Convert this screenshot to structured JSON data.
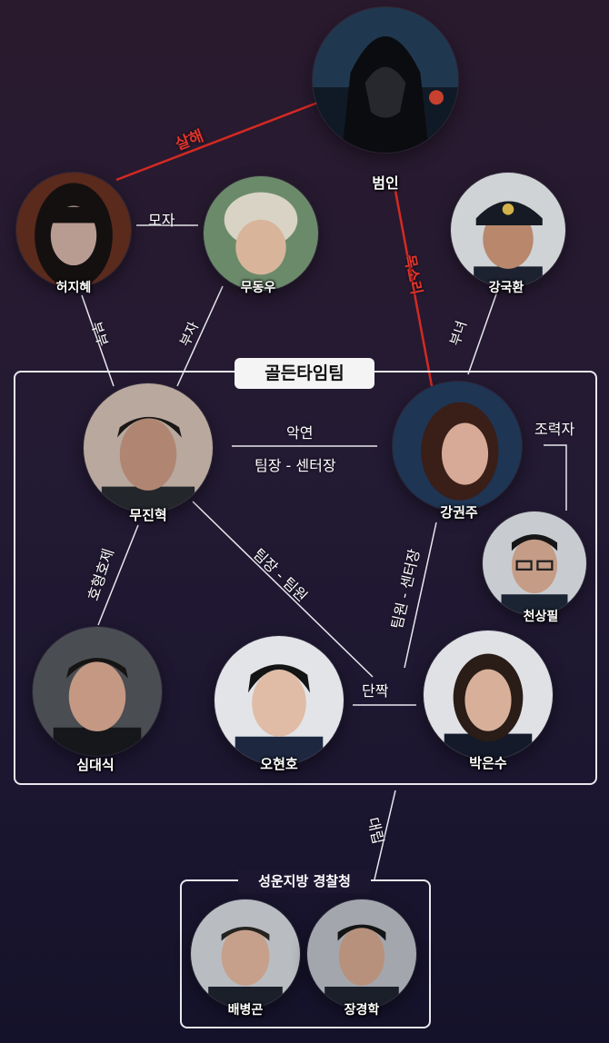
{
  "groups": {
    "golden_time_team": "골든타임팀",
    "police_agency": "성운지방 경찰청"
  },
  "characters": {
    "culprit": "범인",
    "heo_jihye": "허지혜",
    "mu_dongwoo": "무동우",
    "kang_gukhwan": "강국환",
    "mu_jinhyuk": "무진혁",
    "kang_kwonju": "강권주",
    "cheon_sangpil": "천상필",
    "sim_daesik": "심대식",
    "oh_hyunho": "오현호",
    "park_eunsu": "박은수",
    "bae_byunggon": "배병곤",
    "jang_kyunghak": "장경학"
  },
  "relations": {
    "murder": "살해",
    "mother_son": "모자",
    "voice": "목소리",
    "couple": "부부",
    "father_son": "부자",
    "father_daughter": "부녀",
    "bad_blood": "악연",
    "leader_center_head": "팀장 - 센터장",
    "helper": "조력자",
    "sworn_brothers": "호형호제",
    "leader_member": "팀장 - 팀원",
    "member_center_head": "팀원 - 센터장",
    "partners": "단짝",
    "conflict": "대립"
  },
  "colors": {
    "accent_red": "#d42a22",
    "line": "#e8e8ee"
  }
}
